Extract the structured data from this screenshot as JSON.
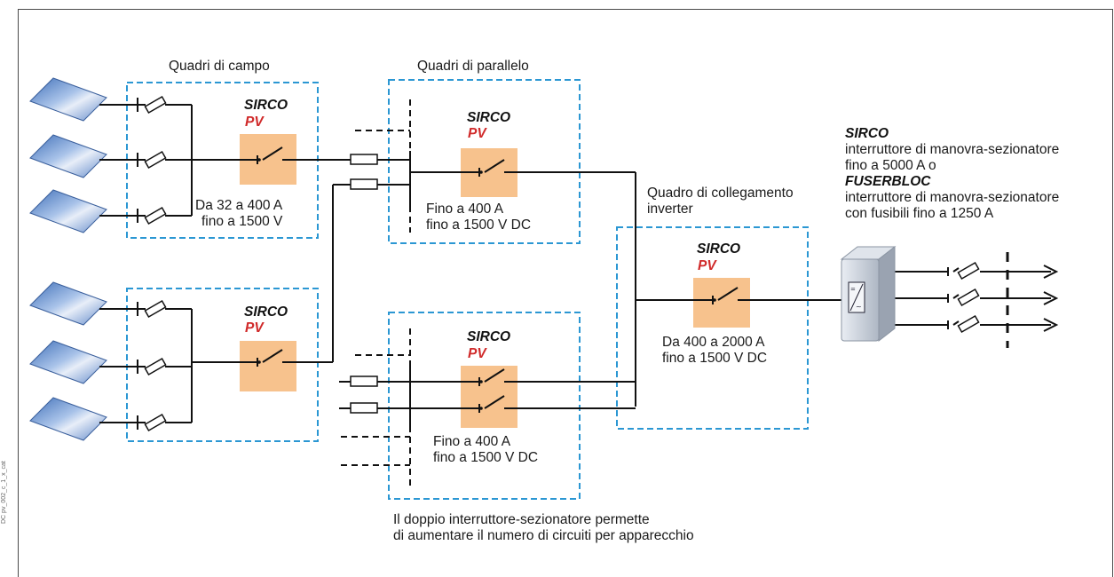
{
  "groups": {
    "campo": "Quadri di campo",
    "parallelo": "Quadri di parallelo",
    "collegamento_line1": "Quadro di collegamento",
    "collegamento_line2": "inverter"
  },
  "brand": {
    "sirco": "SIRCO",
    "pv": "PV",
    "fuserbloc": "FUSERBLOC"
  },
  "ratings": {
    "campo_1": "Da 32 a 400 A",
    "campo_2": "fino a 1500 V",
    "parallelo_1": "Fino a 400 A",
    "parallelo_2": "fino a 1500 V DC",
    "parallelo_dual_1": "Fino a 400 A",
    "parallelo_dual_2": "fino a 1500 V DC",
    "collegamento_1": "Da 400 a 2000 A",
    "collegamento_2": "fino a 1500 V DC"
  },
  "inverter_desc": {
    "sirco_desc_1": "interruttore di manovra-sezionatore",
    "sirco_desc_2": "fino a 5000 A o",
    "fuserbloc_desc_1": "interruttore di manovra-sezionatore",
    "fuserbloc_desc_2": "con fusibili fino a 1250 A"
  },
  "note": {
    "line1": "Il doppio interruttore-sezionatore permette",
    "line2": "di aumentare il numero di circuiti per apparecchio"
  },
  "ref_code": "DC pv_002_c_1_x_cat",
  "colors": {
    "box_dash": "#2b97d3",
    "switch_fill": "#f7c28d",
    "pv_red": "#d02a2a",
    "wire": "#111111"
  },
  "icons": {
    "panel": "solar-panel-icon",
    "inverter": "inverter-icon",
    "switch": "switch-icon",
    "fuse": "fuse-icon",
    "arrow": "arrow-right-icon"
  }
}
